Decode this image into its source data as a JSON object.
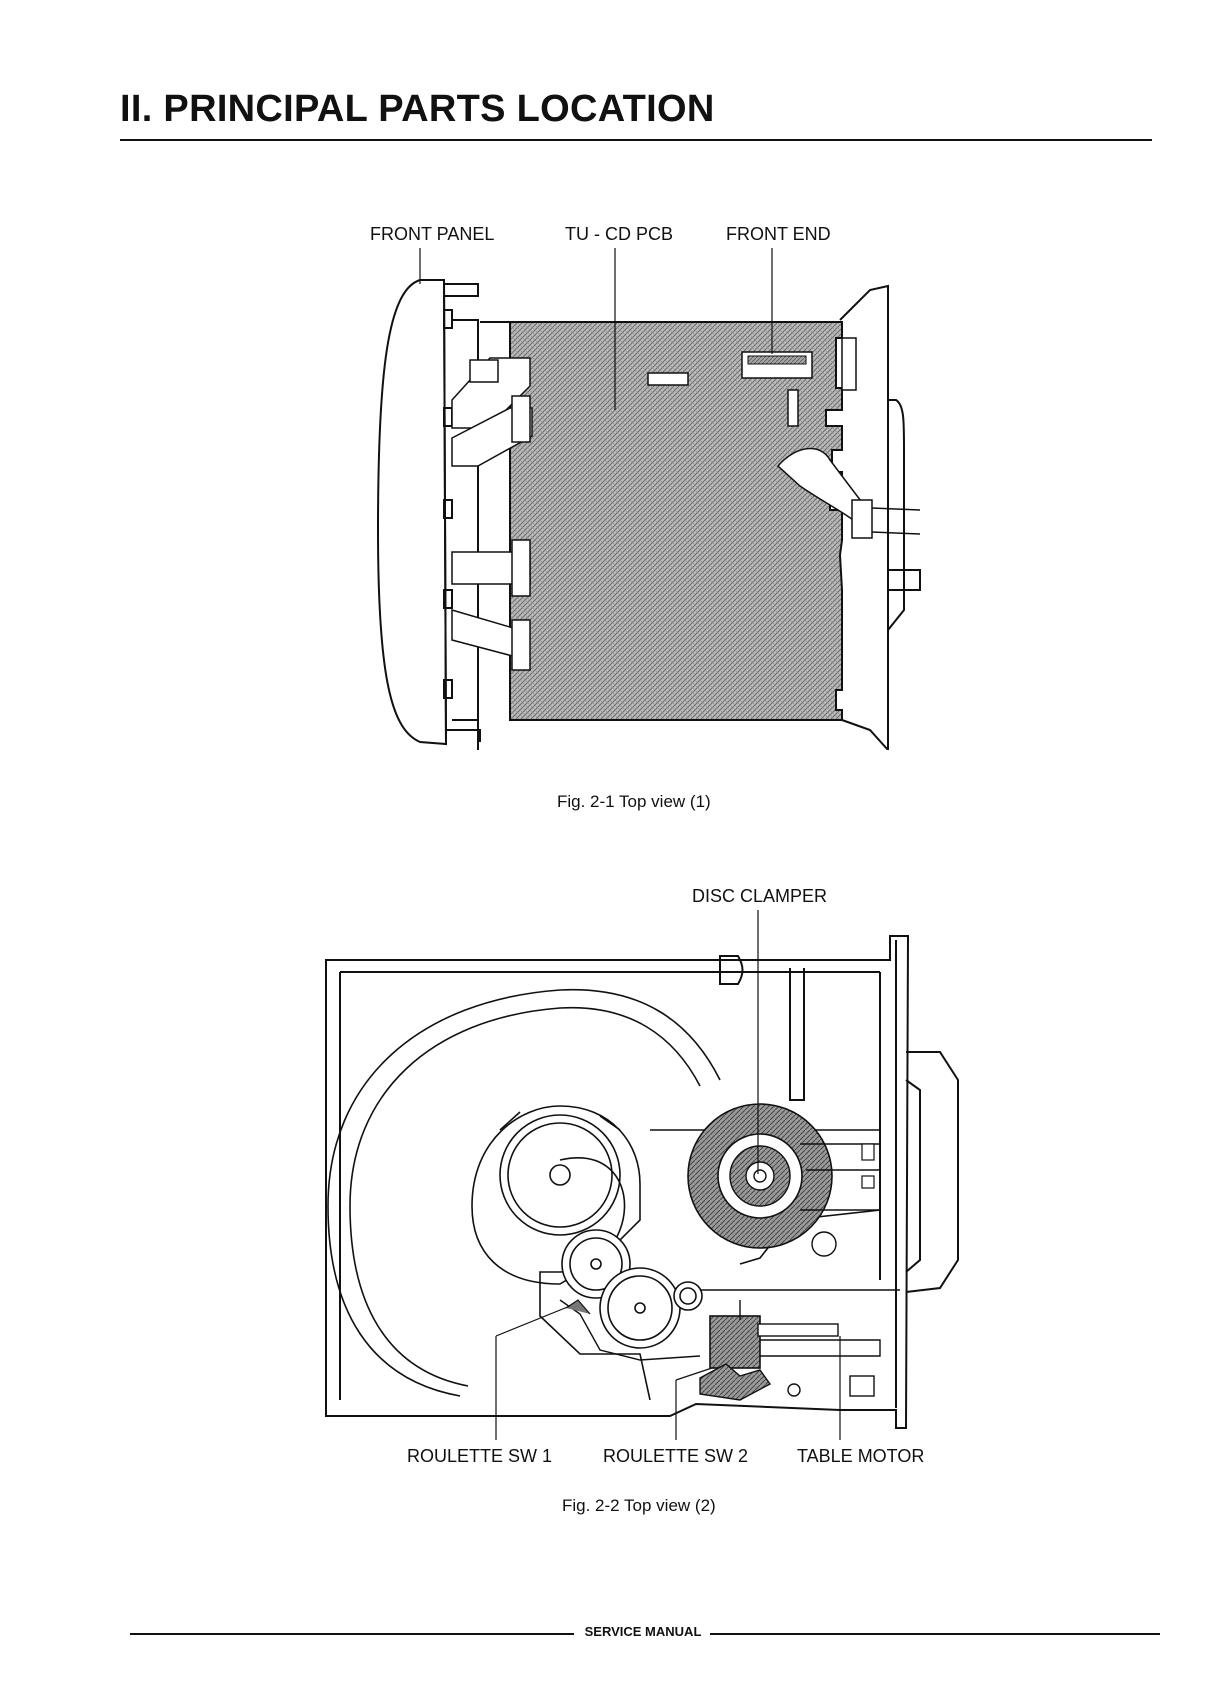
{
  "header": {
    "title": "II. PRINCIPAL PARTS LOCATION"
  },
  "figure1": {
    "labels": {
      "front_panel": "FRONT  PANEL",
      "pcb": "TU - CD  PCB",
      "front_end": "FRONT  END"
    },
    "caption": "Fig. 2-1 Top view (1)"
  },
  "figure2": {
    "labels": {
      "disc_clamper": "DISC  CLAMPER",
      "roulette_sw1": "ROULETTE  SW  1",
      "roulette_sw2": "ROULETTE  SW  2",
      "table_motor": "TABLE  MOTOR"
    },
    "caption": "Fig. 2-2 Top view (2)"
  },
  "footer": {
    "text": "SERVICE MANUAL"
  }
}
